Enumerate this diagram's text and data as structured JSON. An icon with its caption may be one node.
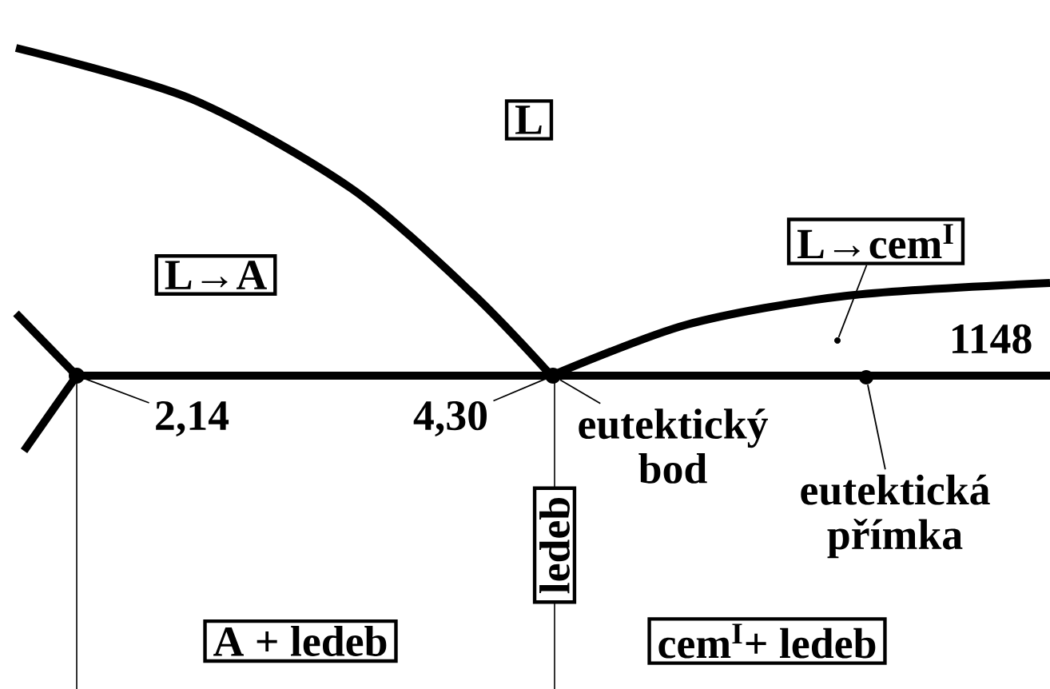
{
  "diagram": {
    "nodes": [
      {
        "text": [
          "L"
        ]
      },
      {
        "text": [
          "L→A"
        ]
      },
      {
        "text": [
          "L→cem$^{I}$"
        ]
      },
      {
        "text": [
          "A + ledeb"
        ]
      },
      {
        "text": [
          "ledeb"
        ]
      },
      {
        "text": [
          "cem$^{I}$+ ledeb"
        ]
      },
      {
        "text": [
          "2,14"
        ]
      },
      {
        "text": [
          "4,30"
        ]
      },
      {
        "text": [
          "eutektický bod"
        ]
      },
      {
        "text": [
          "eutektická přímka"
        ]
      },
      {
        "text": [],
        "shape": "point"
      },
      {
        "text": [],
        "shape": "point"
      },
      {
        "text": [],
        "shape": "point"
      },
      {
        "text": [],
        "shape": "point"
      }
    ],
    "edges": [
      {
        "from": 2,
        "to": 13,
        "arrow": "none"
      },
      {
        "from": 6,
        "to": 10,
        "arrow": "none"
      },
      {
        "from": 7,
        "to": 11,
        "arrow": "none"
      },
      {
        "from": 8,
        "to": 11,
        "arrow": "none"
      },
      {
        "from": 9,
        "to": 12,
        "arrow": "none"
      }
    ],
    "labels": [
      "1148"
    ]
  }
}
